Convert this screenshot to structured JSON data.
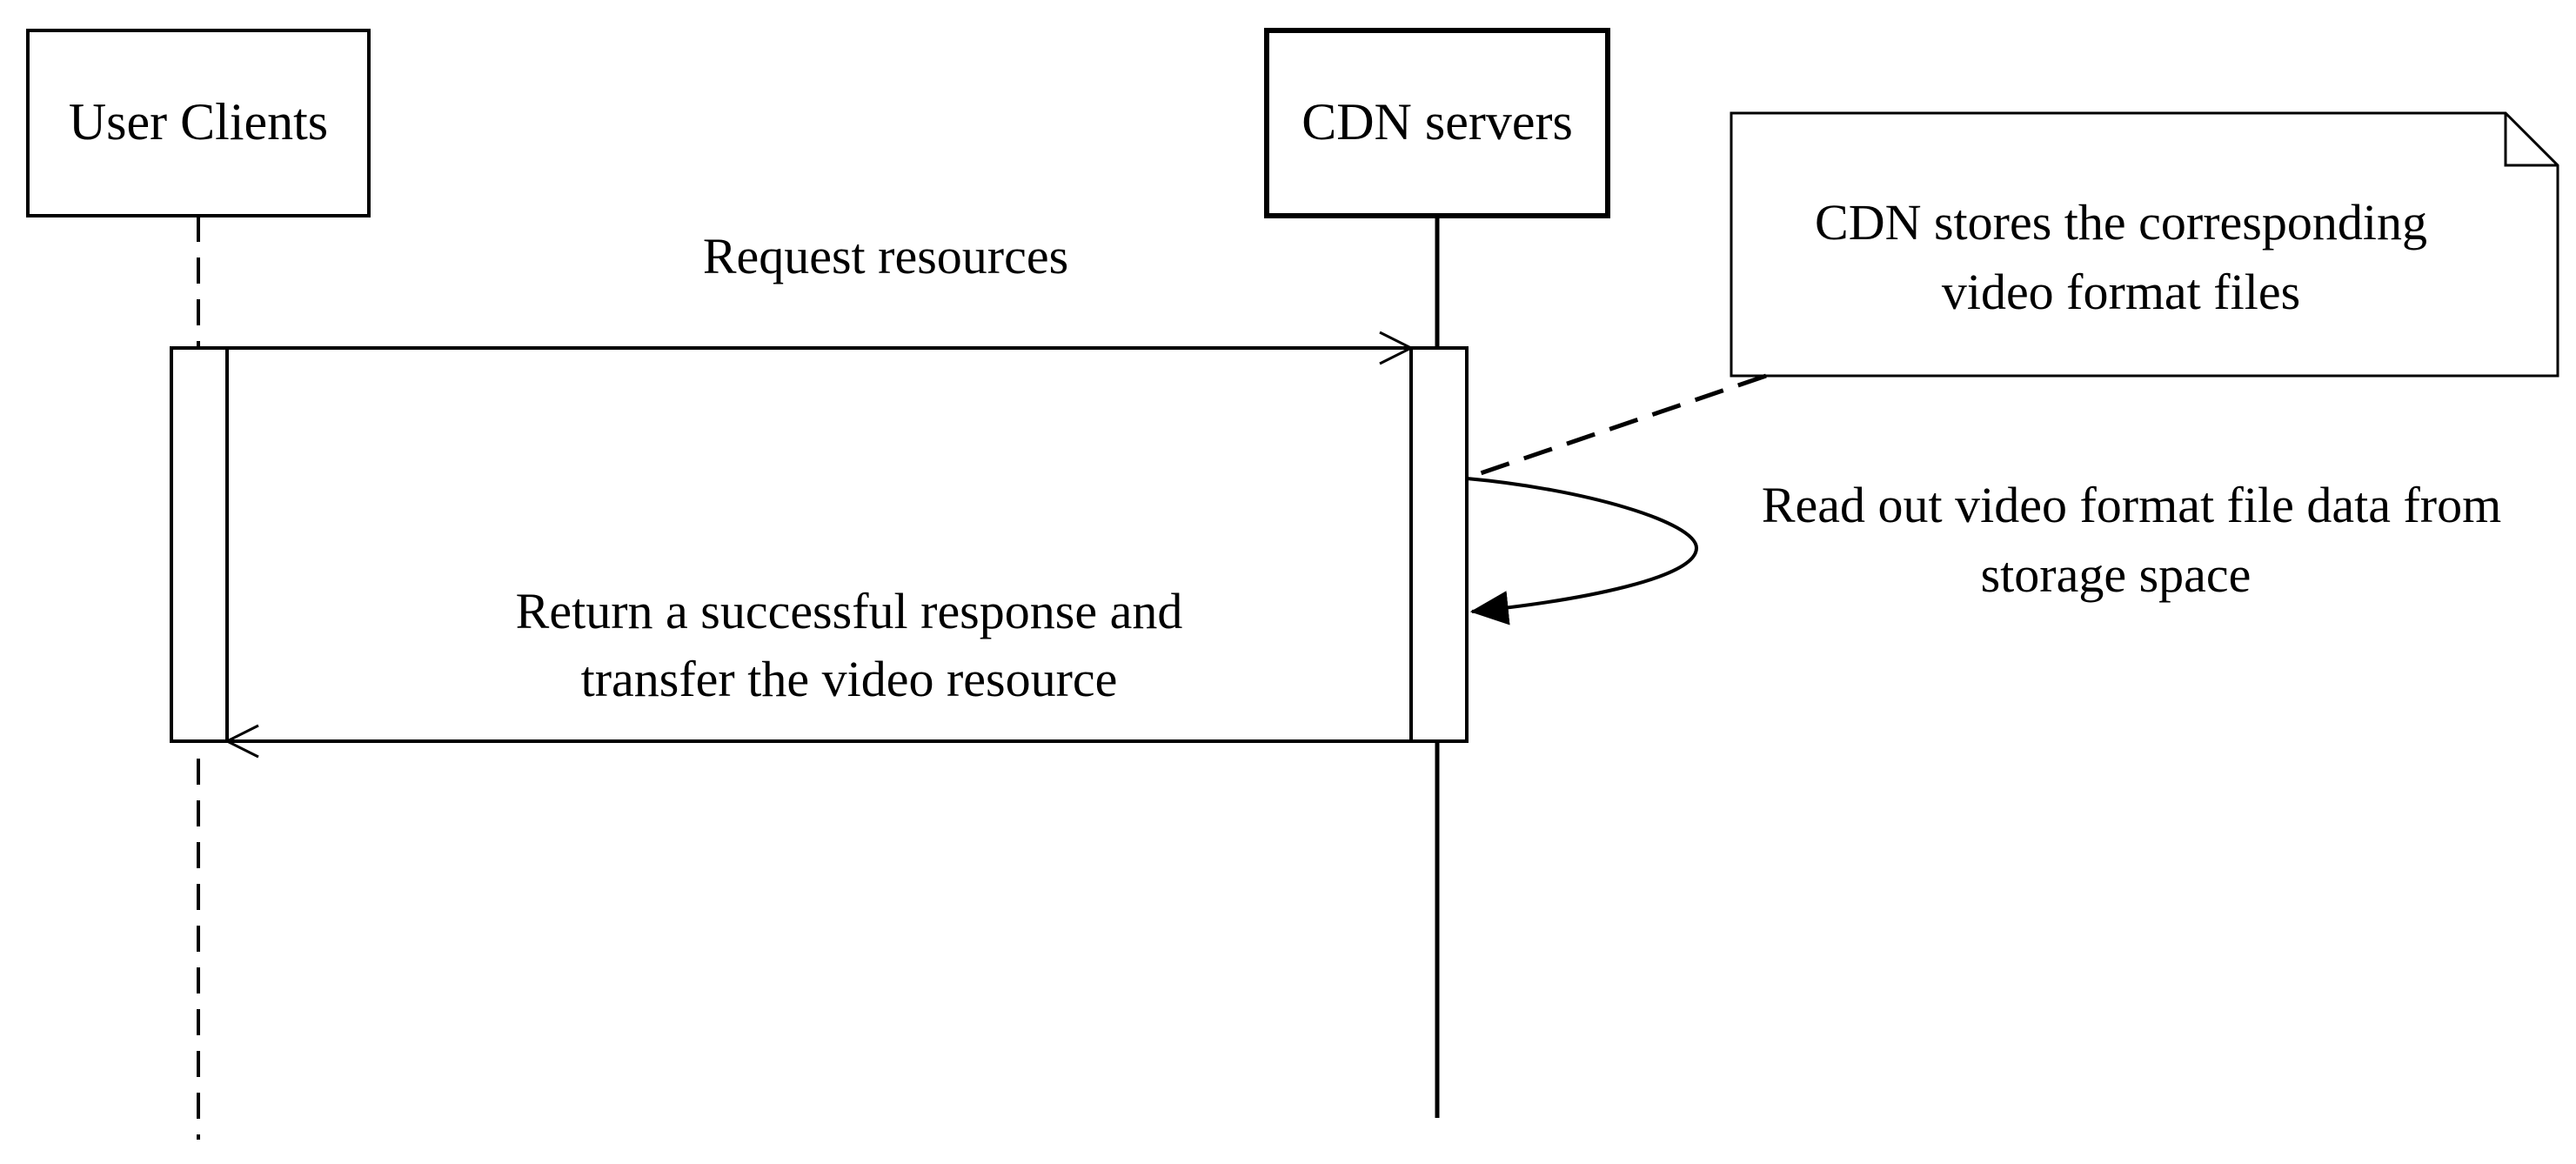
{
  "participants": {
    "user": {
      "label": "User Clients"
    },
    "cdn": {
      "label": "CDN servers"
    }
  },
  "messages": {
    "request": {
      "label": "Request resources"
    },
    "self_call": {
      "lines": [
        "Read out video format file data from",
        "storage space"
      ]
    },
    "response": {
      "lines": [
        "Return a successful response and",
        "transfer the video resource"
      ]
    }
  },
  "note": {
    "lines": [
      "CDN stores the corresponding",
      "video format files"
    ]
  }
}
